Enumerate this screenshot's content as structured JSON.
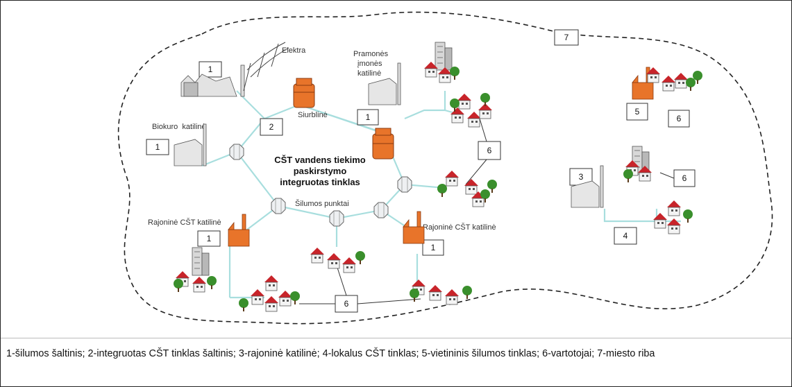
{
  "labels": {
    "elektra": "Elektra",
    "pramones": [
      "Pramonės",
      "įmonės",
      "katilinė"
    ],
    "siurbline": "Siurblinė",
    "biokuro": "Biokuro  katilinė",
    "center": [
      "CŠT vandens tiekimo",
      "paskirstymo",
      "integruotas tinklas"
    ],
    "silumos_punktai": "Šilumos punktai",
    "rajonine_left": "Rajoninė CŠT katilinė",
    "rajonine_right": "Rajoninė CŠT katilinė"
  },
  "numbers": {
    "boundary": "7",
    "source_top": "1",
    "network": "2",
    "source_pramones": "1",
    "source_biokuro": "1",
    "local_heat": "5",
    "consumer_local": "6",
    "consumers_right": "6",
    "district_boiler_local": "3",
    "consumer_right_local": "6",
    "local_network": "4",
    "source_rajonine_left": "1",
    "source_rajonine_right": "1",
    "consumers_bottom": "6"
  },
  "colors": {
    "pipe": "#a8dede",
    "orange": "#e8742a",
    "roof": "#c8242a",
    "tree": "#3a8f2c"
  },
  "caption": "1-šilumos šaltinis; 2-integruotas CŠT tinklas šaltinis; 3-rajoninė katilinė; 4-lokalus CŠT tinklas; 5-vietininis šilumos tinklas; 6-vartotojai; 7-miesto riba"
}
